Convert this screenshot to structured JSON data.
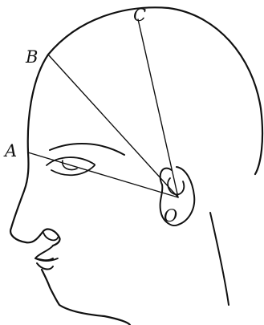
{
  "labels": {
    "a": "A",
    "b": "B",
    "c": "C",
    "o": "O"
  }
}
